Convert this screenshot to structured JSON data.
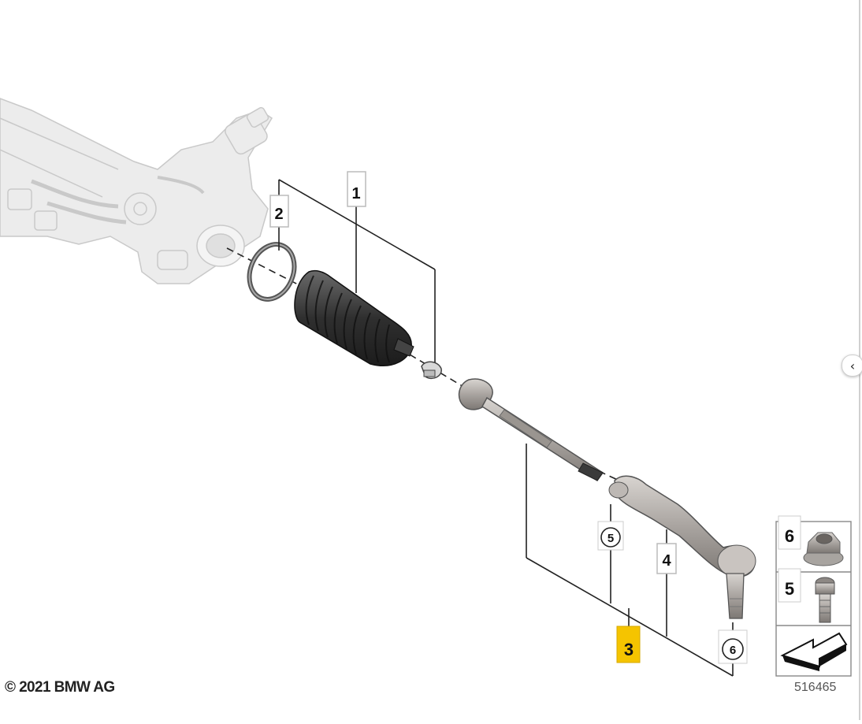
{
  "diagram": {
    "callouts": [
      {
        "id": "1",
        "label": "1",
        "style": "box",
        "highlight": false
      },
      {
        "id": "2",
        "label": "2",
        "style": "box",
        "highlight": false
      },
      {
        "id": "3",
        "label": "3",
        "style": "box",
        "highlight": true
      },
      {
        "id": "4",
        "label": "4",
        "style": "box",
        "highlight": false
      },
      {
        "id": "5",
        "label": "5",
        "style": "circle",
        "highlight": false
      },
      {
        "id": "6",
        "label": "6",
        "style": "circle",
        "highlight": false
      }
    ],
    "legend": [
      {
        "label": "6",
        "icon": "flange-nut-icon"
      },
      {
        "label": "5",
        "icon": "bolt-icon"
      },
      {
        "label": "",
        "icon": "direction-arrow-icon"
      }
    ],
    "diagram_number": "516465",
    "copyright": "© 2021 BMW AG",
    "colors": {
      "highlight": "#f5c400",
      "line": "#222222",
      "ghost_part": "#e4e4e4",
      "boot": "#3a3a3a",
      "metal": "#b8b4b0"
    }
  },
  "ui": {
    "collapse_icon": "chevron-left-icon",
    "collapse_glyph": "‹"
  }
}
